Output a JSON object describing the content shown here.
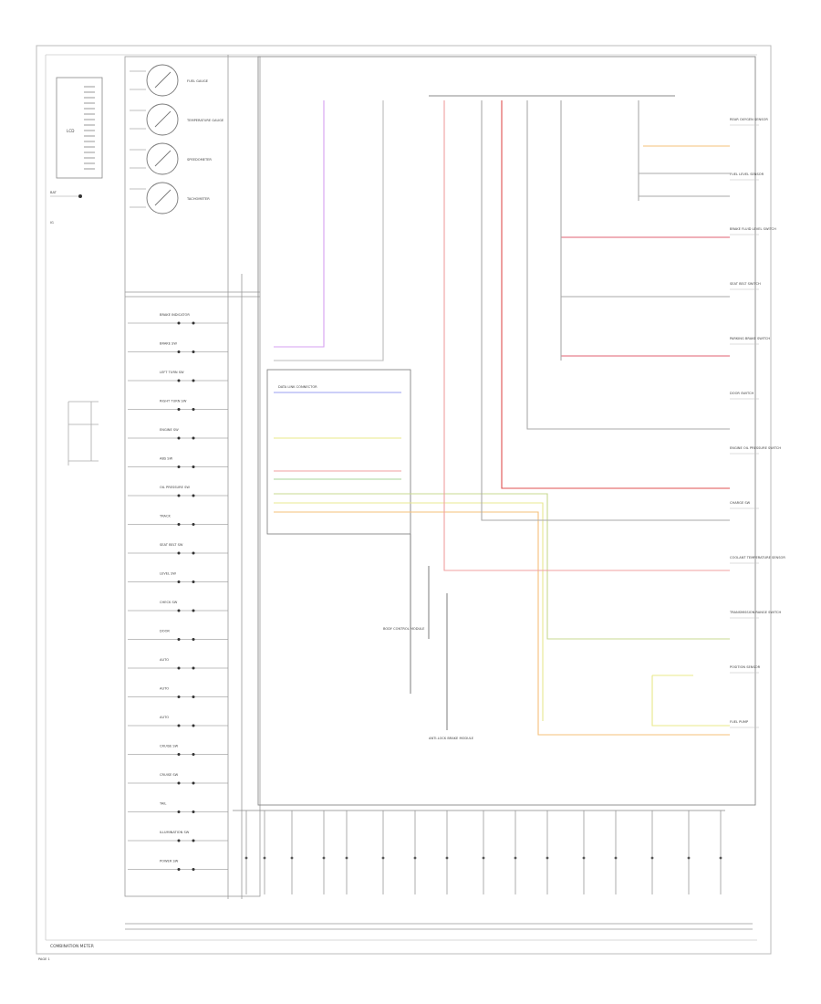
{
  "gauges": [
    {
      "id": "fuel",
      "label": "FUEL GAUGE"
    },
    {
      "id": "temp",
      "label": "TEMPERATURE GAUGE"
    },
    {
      "id": "speed",
      "label": "SPEEDOMETER"
    },
    {
      "id": "tach",
      "label": "TACHOMETER"
    }
  ],
  "lcd_label": "LCD",
  "footer_label": "COMBINATION METER",
  "page_label": "PAGE 1",
  "cluster_indicators": [
    "BRAKE INDICATOR",
    "BRAKE SW",
    "LEFT TURN SW",
    "RIGHT TURN SW",
    "ENGINE SW",
    "ABS SW",
    "OIL PRESSURE SW",
    "TRACK",
    "SEAT BELT SW",
    "LEVEL SW",
    "CHECK SW",
    "DOOR",
    "AUTO",
    "AUTO",
    "AUTO",
    "CRUISE SW",
    "CRUISE SW",
    "TAIL",
    "ILLUMINATION SW",
    "POWER SW"
  ],
  "right_components": [
    "REAR OXYGEN SENSOR",
    "FUEL LEVEL SENSOR",
    "BRAKE FLUID LEVEL SWITCH",
    "SEAT BELT SWITCH",
    "PARKING BRAKE SWITCH",
    "DOOR SWITCH",
    "ENGINE OIL PRESSURE SWITCH",
    "CHARGE SW",
    "COOLANT TEMPERATURE SENSOR",
    "TRANSMISSION RANGE SWITCH",
    "POSITION SENSOR",
    "FUEL PUMP"
  ],
  "center_modules": [
    "DATA LINK CONNECTOR",
    "BODY CONTROL MODULE",
    "ANTI-LOCK BRAKE MODULE"
  ]
}
